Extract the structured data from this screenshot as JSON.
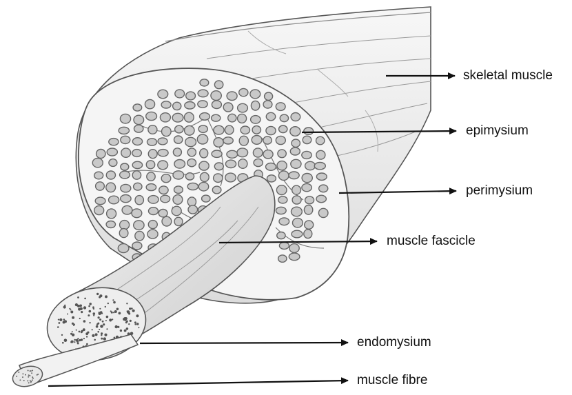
{
  "diagram": {
    "labels": {
      "skeletal_muscle": "skeletal muscle",
      "epimysium": "epimysium",
      "perimysium": "perimysium",
      "muscle_fascicle": "muscle fascicle",
      "endomysium": "endomysium",
      "muscle_fibre": "muscle fibre"
    },
    "colors": {
      "outline": "#555555",
      "muscle_fill": "#f0f0f0",
      "fiber_fill": "#c9c9c9",
      "arrow": "#111111"
    }
  }
}
